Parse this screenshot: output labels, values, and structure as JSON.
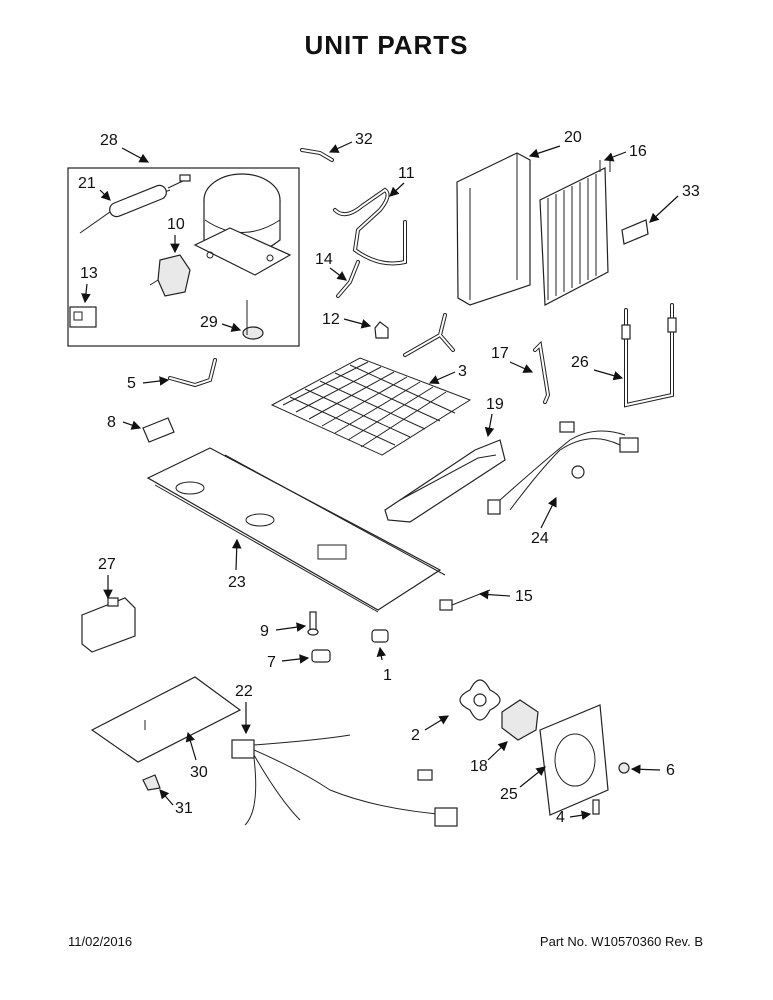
{
  "title": "UNIT PARTS",
  "footer": {
    "date": "11/02/2016",
    "part_no": "Part No.  W10570360  Rev.  B"
  },
  "callouts": [
    "1",
    "2",
    "3",
    "4",
    "5",
    "6",
    "7",
    "8",
    "9",
    "10",
    "11",
    "12",
    "13",
    "14",
    "15",
    "16",
    "17",
    "18",
    "19",
    "20",
    "21",
    "22",
    "23",
    "24",
    "25",
    "26",
    "27",
    "28",
    "29",
    "30",
    "31",
    "32",
    "33"
  ]
}
